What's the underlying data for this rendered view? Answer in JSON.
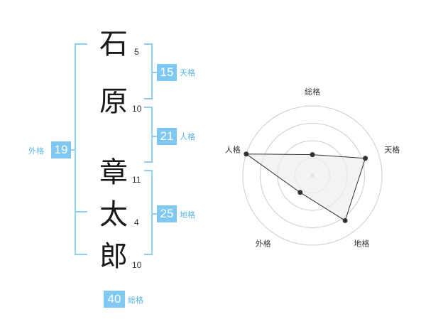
{
  "name": {
    "chars": [
      {
        "char": "石",
        "strokes": "5"
      },
      {
        "char": "原",
        "strokes": "10"
      },
      {
        "char": "章",
        "strokes": "11"
      },
      {
        "char": "太",
        "strokes": "4"
      },
      {
        "char": "郎",
        "strokes": "10"
      }
    ]
  },
  "kakusu": {
    "tenkaku": {
      "value": "15",
      "label": "天格"
    },
    "jinkaku": {
      "value": "21",
      "label": "人格"
    },
    "chikaku": {
      "value": "25",
      "label": "地格"
    },
    "gaikaku": {
      "value": "19",
      "label": "外格"
    },
    "soukaku": {
      "value": "40",
      "label": "総格"
    }
  },
  "chart_data": {
    "type": "radar",
    "axes": [
      "総格",
      "天格",
      "地格",
      "外格",
      "人格"
    ],
    "values": [
      0.3,
      0.8,
      0.8,
      0.3,
      1.0
    ],
    "max": 1.0,
    "rings": 4,
    "colors": {
      "fill": "#eeeeee",
      "stroke": "#333333",
      "ring": "#cccccc",
      "point": "#333333",
      "center": "#cccccc"
    }
  }
}
